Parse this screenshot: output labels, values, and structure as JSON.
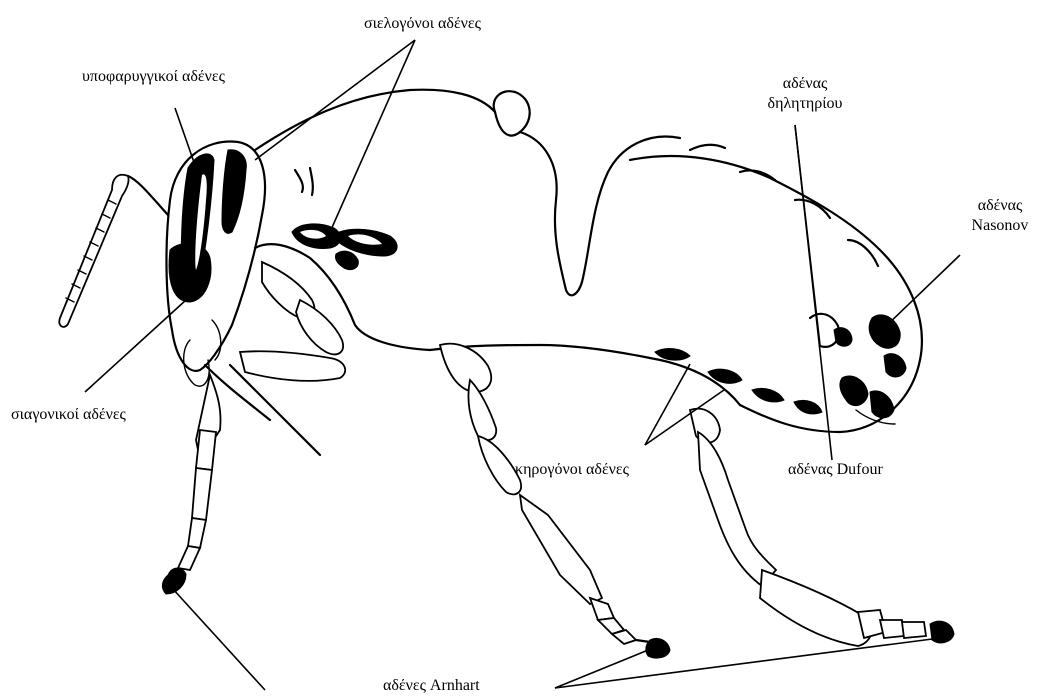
{
  "labels": {
    "salivary": "σιελογόνοι αδένες",
    "hypopharyngeal": "υποφαρυγγικοί αδένες",
    "venom": "αδένας δηλητηρίου",
    "nasonov": "αδένας Nasonov",
    "mandibular": "σιαγονικοί αδένες",
    "wax": "κηρογόνοι αδένες",
    "dufour": "αδένας Dufour",
    "arnhart": "αδένες Arnhart"
  },
  "label_lines": {
    "venom": [
      "αδένας",
      "δηλητηρίου"
    ],
    "nasonov": [
      "αδένας",
      "Nasonov"
    ]
  }
}
